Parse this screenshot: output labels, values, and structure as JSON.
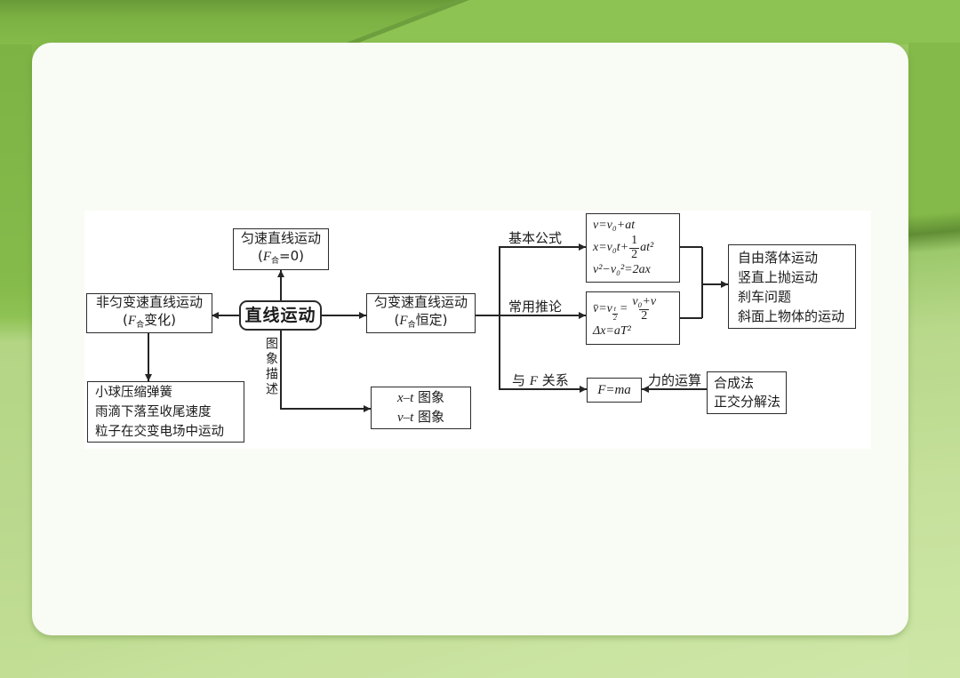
{
  "slide": {
    "colors": {
      "green_dark": "#699a38",
      "green_mid": "#85bb4a",
      "green_bright": "#8dc353",
      "green_light": "#b9d88c",
      "green_pale": "#cde6a6",
      "card_bg": "#f9fbf5",
      "panel_bg": "#ffffff",
      "ink": "#1b1b1b"
    }
  },
  "diagram": {
    "nodes": {
      "main": {
        "label": "直线运动"
      },
      "uniform": {
        "line1": "匀速直线运动",
        "open": "(",
        "f": "F",
        "sub": "合",
        "rest": "=0)"
      },
      "nonuniform": {
        "line1": "非匀变速直线运动",
        "open": "(",
        "f": "F",
        "sub": "合",
        "rest": "变化)"
      },
      "uniform_acc": {
        "line1": "匀变速直线运动",
        "open": "(",
        "f": "F",
        "sub": "合",
        "rest": "恒定)"
      },
      "examples": {
        "lines": [
          "小球压缩弹簧",
          "雨滴下落至收尾速度",
          "粒子在交变电场中运动"
        ]
      },
      "graphs": {
        "rows": [
          {
            "math": "x–t",
            "label": "图象"
          },
          {
            "math": "v–t",
            "label": "图象"
          }
        ]
      },
      "formulas_basic": {
        "line1": "v=v₀+at",
        "line2_pre": "x=v₀t+",
        "line2_num": "1",
        "line2_den": "2",
        "line2_post": "at²",
        "line3": "v²−v₀²=2ax"
      },
      "formulas_derived": {
        "vbar": "v̄=v",
        "sub_num": "t",
        "sub_den": "2",
        "eq": "=",
        "num": "v₀+v",
        "den": "2",
        "line2": "Δx=aT²"
      },
      "fma": {
        "label": "F=ma"
      },
      "methods": {
        "lines": [
          "合成法",
          "正交分解法"
        ]
      },
      "applications": {
        "lines": [
          "自由落体运动",
          "竖直上抛运动",
          "刹车问题",
          "斜面上物体的运动"
        ]
      }
    },
    "edge_labels": {
      "basic": "基本公式",
      "derived": "常用推论",
      "with_f_pre": "与",
      "with_f_f": "F",
      "with_f_post": "关系",
      "force_ops": "力的运算",
      "graph_desc": "图象描述"
    }
  }
}
